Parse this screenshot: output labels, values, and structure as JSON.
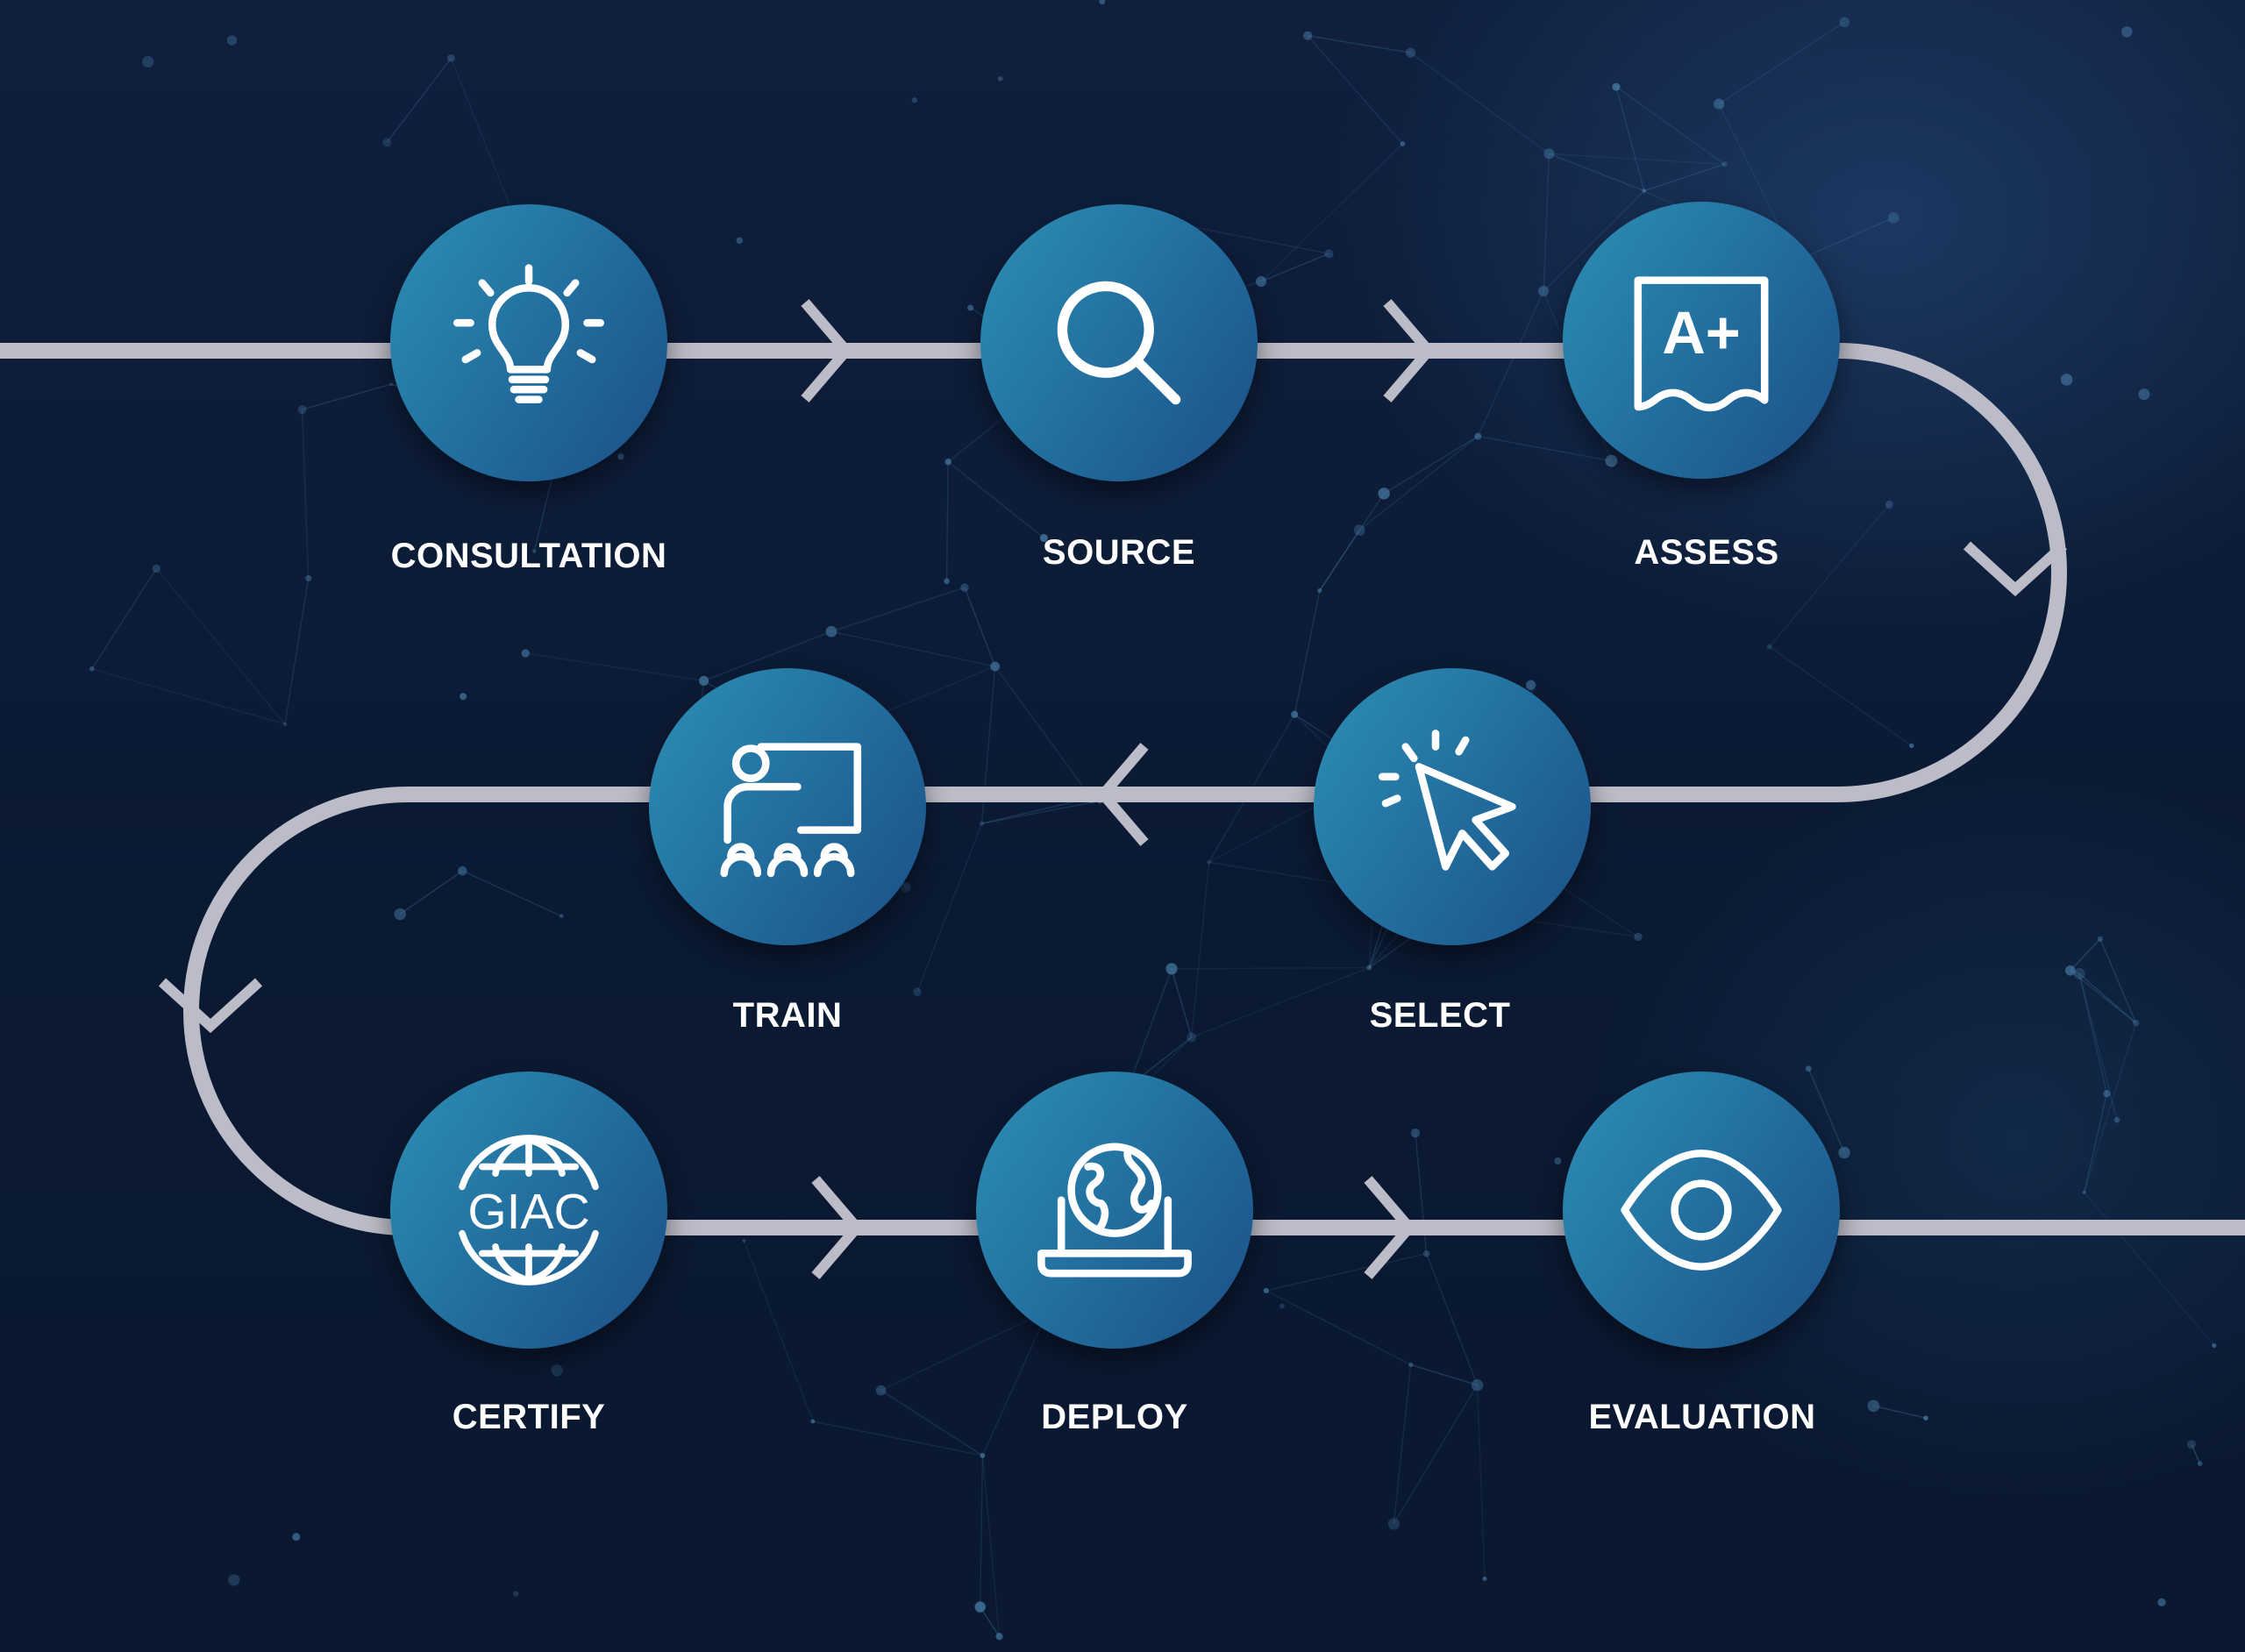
{
  "colors": {
    "background": "#0c1a34",
    "path_line": "#bcbcc8",
    "circle_start": "#2d8fb4",
    "circle_end": "#1b4f86",
    "text": "#ffffff"
  },
  "steps": [
    {
      "label": "CONSULTATION",
      "icon": "lightbulb-icon"
    },
    {
      "label": "SOURCE",
      "icon": "magnifier-icon"
    },
    {
      "label": "ASSESS",
      "icon": "grade-a-plus-icon",
      "icon_text": "A+"
    },
    {
      "label": "SELECT",
      "icon": "cursor-click-icon"
    },
    {
      "label": "TRAIN",
      "icon": "presenter-audience-icon"
    },
    {
      "label": "CERTIFY",
      "icon": "giac-globe-icon",
      "icon_text": "GIAC"
    },
    {
      "label": "DEPLOY",
      "icon": "laptop-globe-icon"
    },
    {
      "label": "EVALUATION",
      "icon": "eye-icon"
    }
  ]
}
